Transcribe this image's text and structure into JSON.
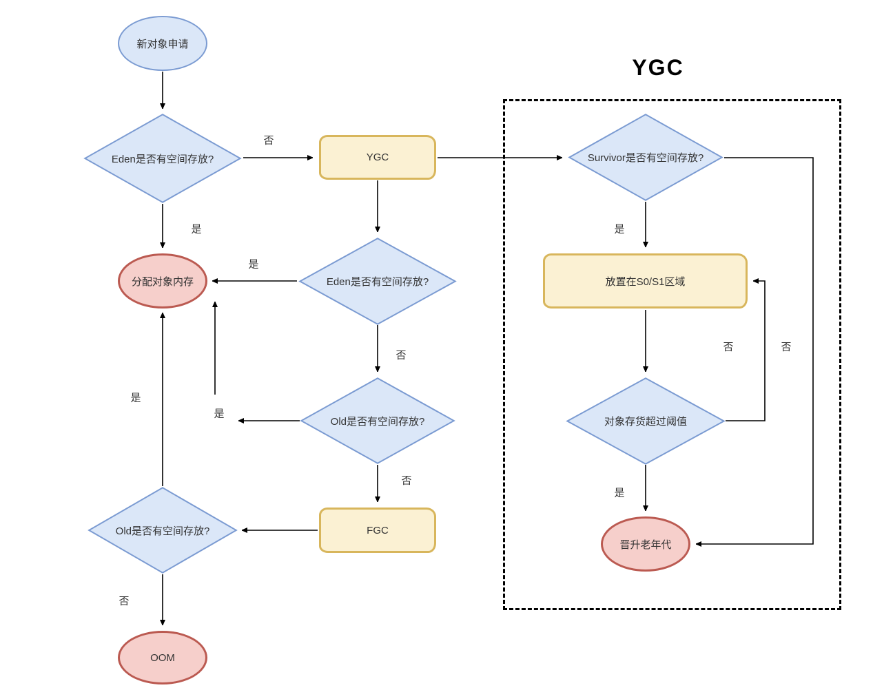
{
  "title": "YGC",
  "nodes": {
    "start": {
      "label": "新对象申请",
      "type": "terminator"
    },
    "eden1": {
      "label": "Eden是否有空间存放?",
      "type": "decision"
    },
    "ygc": {
      "label": "YGC",
      "type": "process"
    },
    "survivor": {
      "label": "Survivor是否有空间存放?",
      "type": "decision"
    },
    "alloc": {
      "label": "分配对象内存",
      "type": "terminator"
    },
    "eden2": {
      "label": "Eden是否有空间存放?",
      "type": "decision"
    },
    "s0s1": {
      "label": "放置在S0/S1区域",
      "type": "process"
    },
    "old_mid": {
      "label": "Old是否有空间存放?",
      "type": "decision"
    },
    "threshold": {
      "label": "对象存货超过阈值",
      "type": "decision"
    },
    "fgc": {
      "label": "FGC",
      "type": "process"
    },
    "old_left": {
      "label": "Old是否有空间存放?",
      "type": "decision"
    },
    "promote": {
      "label": "晋升老年代",
      "type": "terminator"
    },
    "oom": {
      "label": "OOM",
      "type": "terminator"
    }
  },
  "edge_labels": {
    "eden1_no": "否",
    "eden1_yes": "是",
    "eden2_yes": "是",
    "eden2_no": "否",
    "old_mid_yes": "是",
    "old_mid_no": "否",
    "old_left_yes": "是",
    "old_left_no": "否",
    "survivor_yes": "是",
    "survivor_no": "否",
    "threshold_no": "否",
    "threshold_yes": "是"
  },
  "colors": {
    "decision_fill": "#dbe7f8",
    "decision_stroke": "#7b9bd2",
    "process_fill": "#fbf1d3",
    "process_stroke": "#d8b65c",
    "terminal_fill": "#f6cfcb",
    "terminal_stroke": "#bb5a51",
    "line": "#000000"
  }
}
